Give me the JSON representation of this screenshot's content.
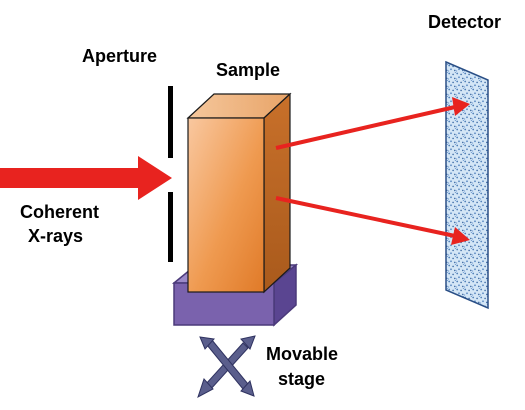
{
  "labels": {
    "aperture": "Aperture",
    "sample": "Sample",
    "detector": "Detector",
    "source_line1": "Coherent",
    "source_line2": "X-rays",
    "stage_line1": "Movable",
    "stage_line2": "stage"
  },
  "colors": {
    "beam": "#e8231f",
    "aperture": "#000000",
    "sample_light": "#f7b985",
    "sample_dark": "#c06a28",
    "stage": "#7a62ad",
    "stage_edge": "#4b3a7a",
    "detector_fill": "#c9dff2",
    "detector_dots": "#4f7fb8",
    "stage_arrow": "#5a5e8c"
  }
}
